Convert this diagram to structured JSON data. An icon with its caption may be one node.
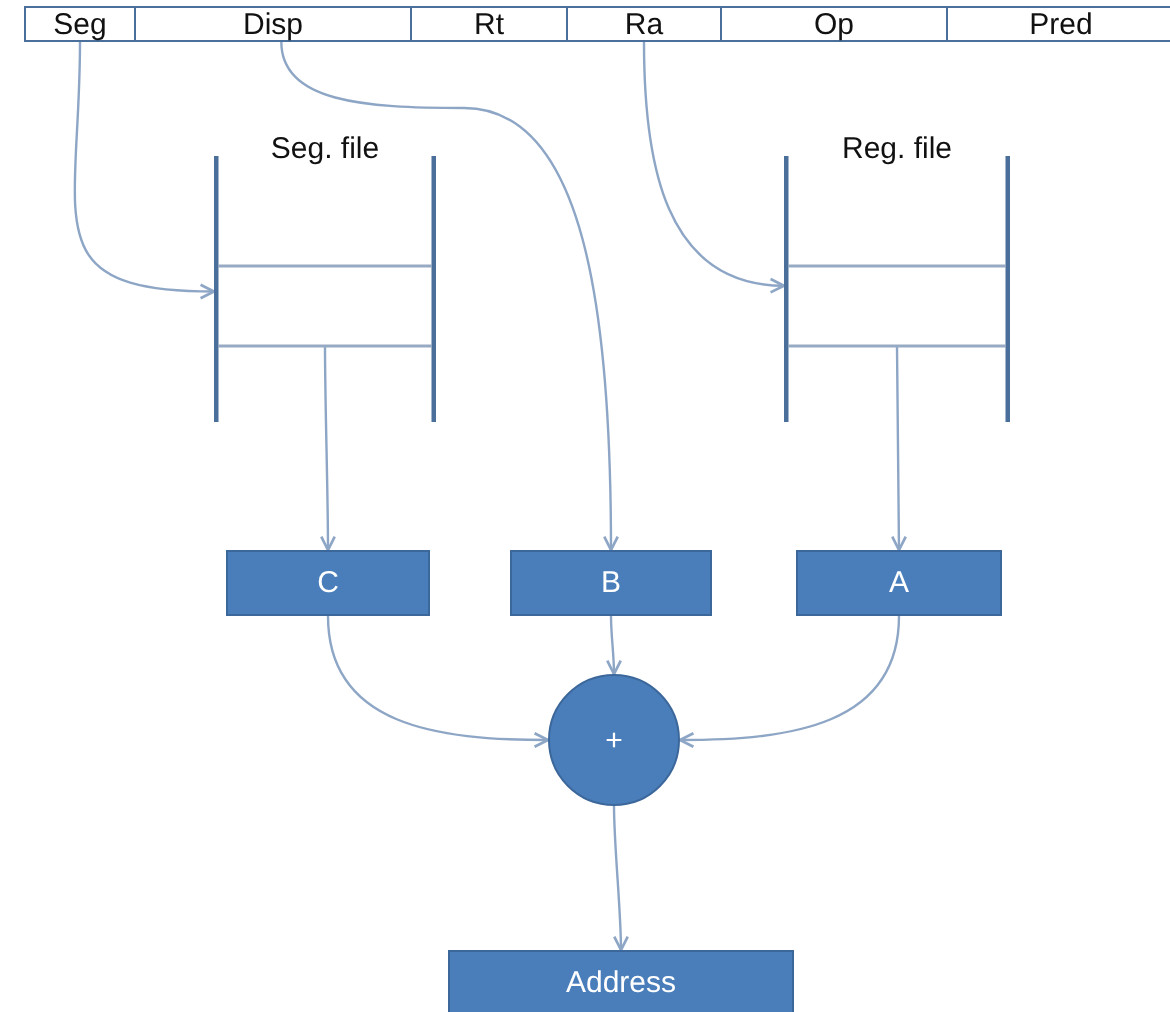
{
  "diagram": {
    "nodes": [
      {
        "text": [
          "Seg"
        ]
      },
      {
        "text": [
          "Disp"
        ]
      },
      {
        "text": [
          "Rt"
        ]
      },
      {
        "text": [
          "Ra"
        ]
      },
      {
        "text": [
          "Op"
        ]
      },
      {
        "text": [
          "Pred"
        ]
      },
      {
        "text": [
          "Seg. file"
        ]
      },
      {
        "text": [
          "Reg. file"
        ]
      },
      {
        "text": [
          "C"
        ]
      },
      {
        "text": [
          "B"
        ]
      },
      {
        "text": [
          "A"
        ]
      },
      {
        "text": [
          "+"
        ]
      },
      {
        "text": [
          "Address"
        ]
      }
    ],
    "edges": [
      {
        "from": 0,
        "to": 6,
        "arrow": "to"
      },
      {
        "from": 1,
        "to": 9,
        "arrow": "to"
      },
      {
        "from": 3,
        "to": 7,
        "arrow": "to"
      },
      {
        "from": 6,
        "to": 8,
        "arrow": "to"
      },
      {
        "from": 7,
        "to": 10,
        "arrow": "to"
      },
      {
        "from": 8,
        "to": 11,
        "arrow": "to"
      },
      {
        "from": 9,
        "to": 11,
        "arrow": "to"
      },
      {
        "from": 10,
        "to": 11,
        "arrow": "to"
      },
      {
        "from": 11,
        "to": 12,
        "arrow": "to"
      }
    ]
  }
}
